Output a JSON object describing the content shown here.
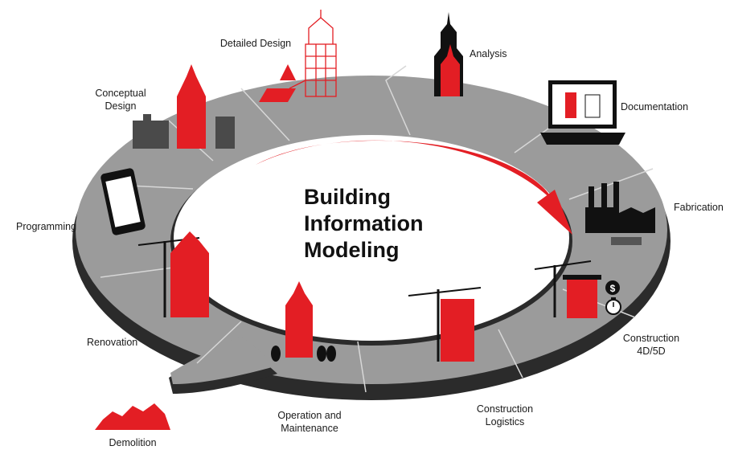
{
  "title": {
    "line1": "Building",
    "line2": "Information",
    "line3": "Modeling"
  },
  "stages": {
    "conceptual_design": {
      "line1": "Conceptual",
      "line2": "Design"
    },
    "detailed_design": "Detailed Design",
    "analysis": "Analysis",
    "documentation": "Documentation",
    "fabrication": "Fabrication",
    "construction_4d5d": {
      "line1": "Construction",
      "line2": "4D/5D"
    },
    "construction_logistics": {
      "line1": "Construction",
      "line2": "Logistics"
    },
    "operation_maintenance": {
      "line1": "Operation and",
      "line2": "Maintenance"
    },
    "renovation": "Renovation",
    "demolition": "Demolition",
    "programming": "Programming"
  },
  "icons": {
    "cost": "$"
  },
  "colors": {
    "accent": "#e31e24",
    "ring_top": "#9a9a9a",
    "ring_edge": "#2b2b2b",
    "ink": "#111111"
  }
}
